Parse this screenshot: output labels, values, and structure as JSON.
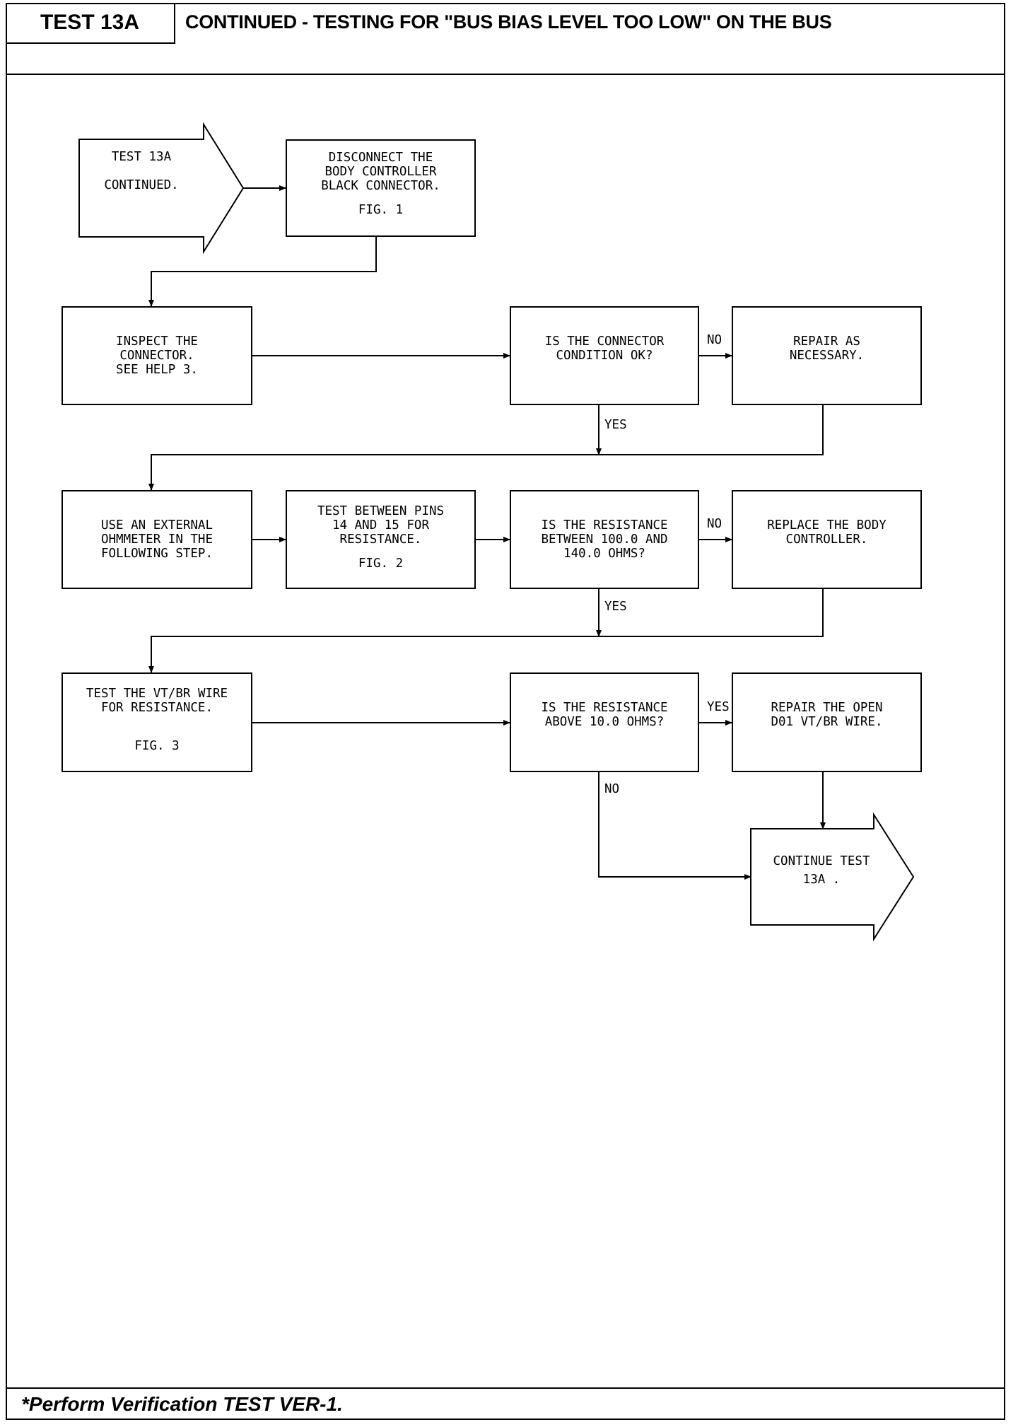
{
  "header": {
    "test_id": "TEST 13A",
    "title": "CONTINUED - TESTING FOR \"BUS BIAS LEVEL TOO LOW\" ON THE BUS"
  },
  "footer": {
    "note": "*Perform Verification TEST VER-1."
  },
  "flow": {
    "start": {
      "line1": "TEST 13A",
      "line2": "CONTINUED."
    },
    "disconnect": {
      "line1": "DISCONNECT THE",
      "line2": "BODY CONTROLLER",
      "line3": "BLACK CONNECTOR.",
      "fig": "FIG. 1"
    },
    "inspect": {
      "line1": "INSPECT THE",
      "line2": "CONNECTOR.",
      "line3": "SEE HELP 3."
    },
    "q_connector": {
      "line1": "IS THE CONNECTOR",
      "line2": "CONDITION OK?"
    },
    "repair_as": {
      "line1": "REPAIR AS",
      "line2": "NECESSARY."
    },
    "use_ohm": {
      "line1": "USE AN EXTERNAL",
      "line2": "OHMMETER IN THE",
      "line3": "FOLLOWING STEP."
    },
    "test_pins": {
      "line1": "TEST BETWEEN PINS",
      "line2": "14 AND 15 FOR",
      "line3": "RESISTANCE.",
      "fig": "FIG. 2"
    },
    "q_resistance": {
      "line1": "IS THE RESISTANCE",
      "line2": "BETWEEN 100.0 AND",
      "line3": "140.0 OHMS?"
    },
    "replace": {
      "line1": "REPLACE THE BODY",
      "line2": "CONTROLLER."
    },
    "test_wire": {
      "line1": "TEST THE VT/BR WIRE",
      "line2": "FOR RESISTANCE.",
      "fig": "FIG. 3"
    },
    "q_above": {
      "line1": "IS THE RESISTANCE",
      "line2": "ABOVE 10.0 OHMS?"
    },
    "repair_open": {
      "line1": "REPAIR THE OPEN",
      "line2": "D01 VT/BR WIRE."
    },
    "end": {
      "line1": "CONTINUE TEST",
      "line2": "13A ."
    },
    "labels": {
      "no1": "NO",
      "yes1": "YES",
      "no2": "NO",
      "yes2": "YES",
      "yes3": "YES",
      "no3": "NO"
    }
  }
}
